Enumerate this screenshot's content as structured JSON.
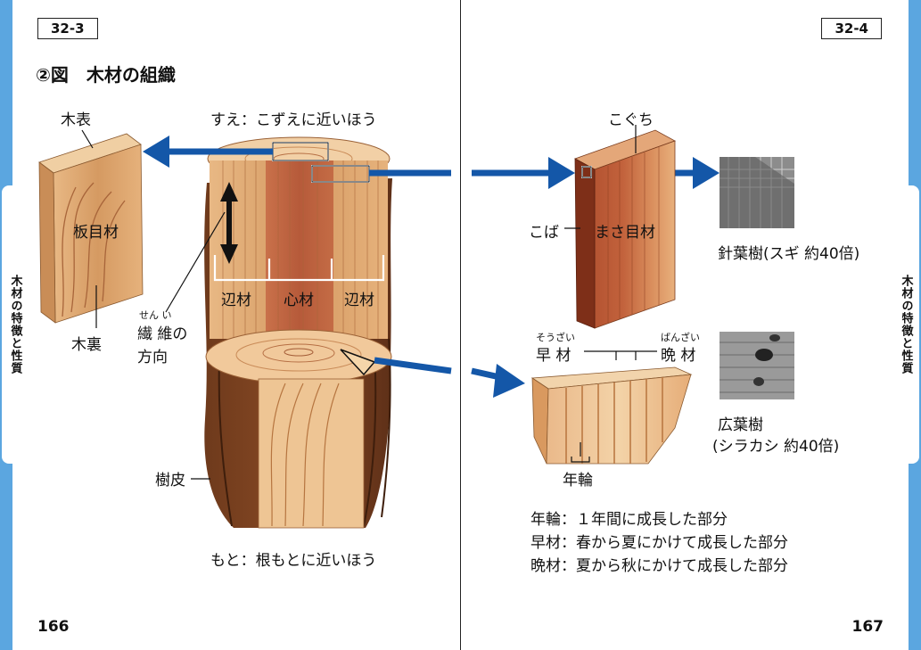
{
  "left": {
    "tag": "32-3",
    "title": "②図　木材の組織",
    "page_number": "166",
    "side_label": "木材の特徴と性質",
    "labels": {
      "mokuhyo": "木表",
      "itame": "板目材",
      "mokuri": "木裏",
      "sue": "すえ：こずえに近いほう",
      "moto": "もと：根もとに近いほう",
      "henzai_left": "辺材",
      "shinzai": "心材",
      "henzai_right": "辺材",
      "fiber_ruby": "せん い",
      "fiber_line1": "繊 維の",
      "fiber_line2": "方向",
      "bark": "樹皮"
    }
  },
  "right": {
    "tag": "32-4",
    "page_number": "167",
    "side_label": "木材の特徴と性質",
    "labels": {
      "koguchi": "こぐち",
      "koba": "こば",
      "masame": "まさ目材",
      "conifer": "針葉樹(スギ 約40倍)",
      "hardwood_line1": "広葉樹",
      "hardwood_line2": "(シラカシ 約40倍)",
      "sozai_ruby": "そうざい",
      "sozai": "早 材",
      "banzai_ruby": "ばんざい",
      "banzai": "晩 材",
      "nenrin": "年輪"
    },
    "definitions": [
      "年輪：１年間に成長した部分",
      "早材：春から夏にかけて成長した部分",
      "晩材：夏から秋にかけて成長した部分"
    ]
  },
  "colors": {
    "edge": "#5ba6e0",
    "arrow": "#1457a8"
  }
}
